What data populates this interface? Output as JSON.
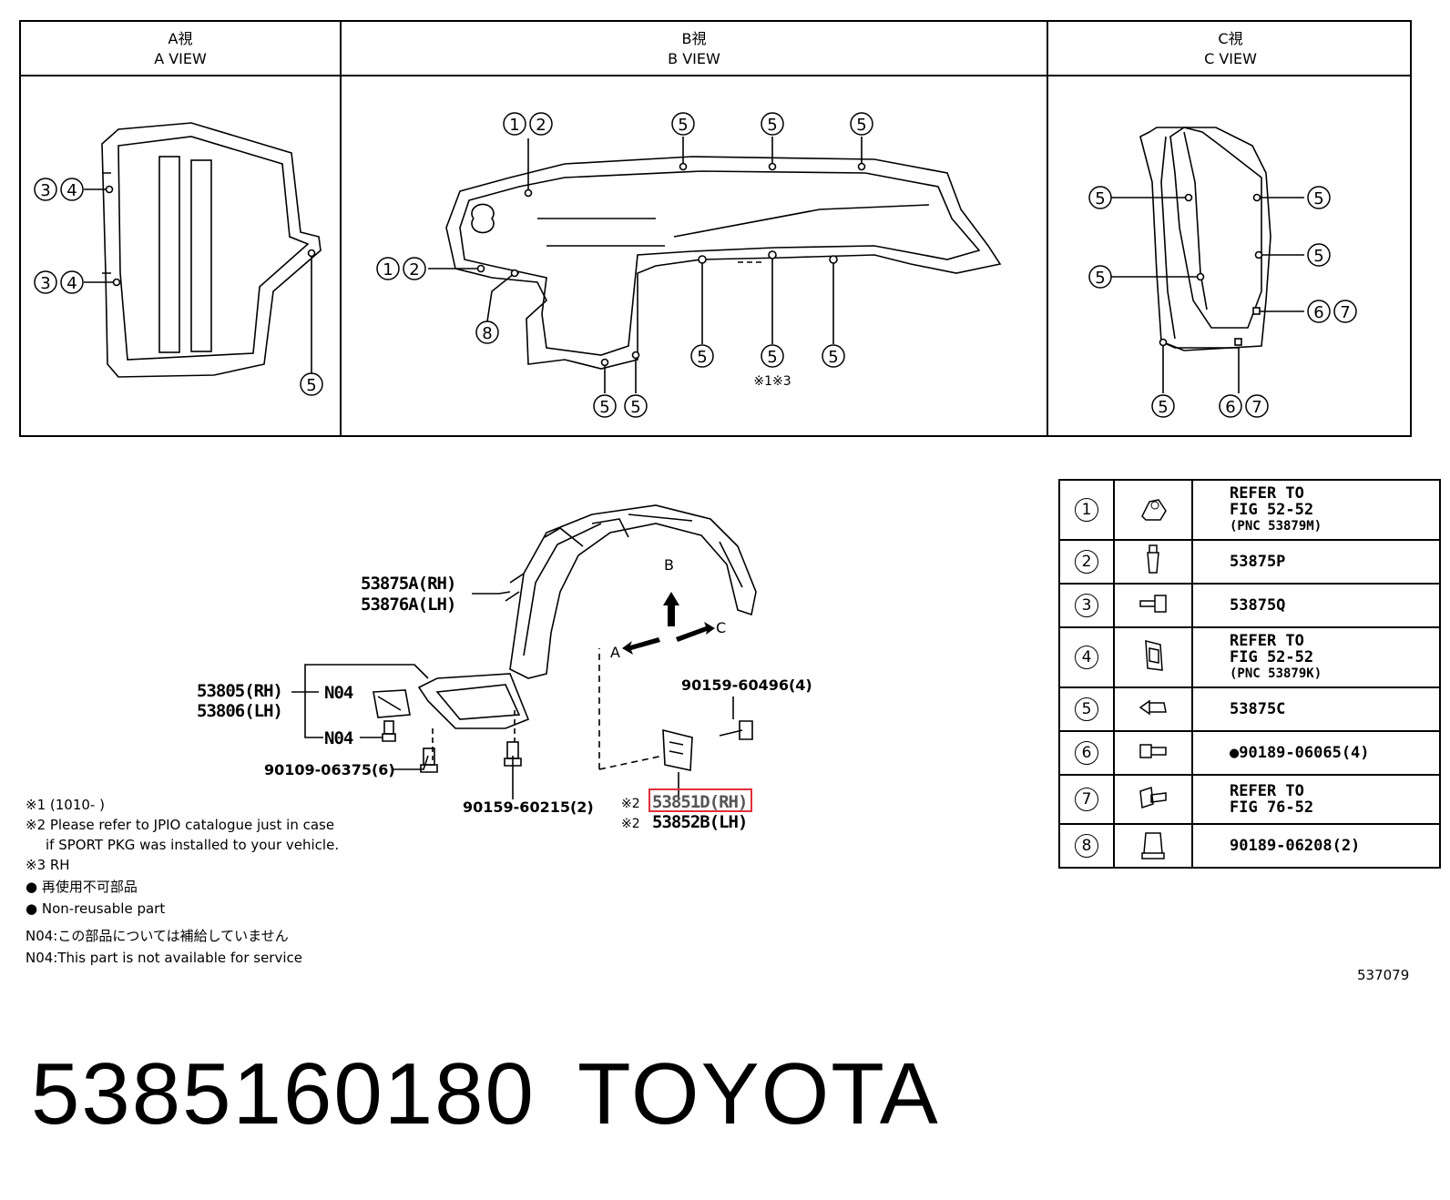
{
  "views": [
    {
      "jp": "A視",
      "en": "A VIEW"
    },
    {
      "jp": "B視",
      "en": "B VIEW"
    },
    {
      "jp": "C視",
      "en": "C VIEW"
    }
  ],
  "markers": {
    "m1": "1",
    "m2": "2",
    "m3": "3",
    "m4": "4",
    "m5": "5",
    "m6": "6",
    "m7": "7",
    "m8": "8"
  },
  "b_view_note": "※1※3",
  "part_labels": {
    "liner_rh": "53875A(RH)",
    "liner_lh": "53876A(LH)",
    "cover_rh": "53805(RH)",
    "cover_lh": "53806(LH)",
    "n04_top": "N04",
    "n04_bottom": "N04",
    "bolt_60496": "90159-60496(4)",
    "screw_06375": "90109-06375(6)",
    "screw_60215": "90159-60215(2)",
    "mudguard_rh": "53851D(RH)",
    "mudguard_lh": "53852B(LH)",
    "note_mark": "※2",
    "arrow_a": "A",
    "arrow_b": "B",
    "arrow_c": "C"
  },
  "notes": [
    "※1 (1010-      )",
    "※2 Please refer to JPIO catalogue just in case",
    "if SPORT PKG was installed to your vehicle.",
    "※3 RH",
    "再使用不可部品",
    "Non-reusable part",
    "N04:この部品については補給していません",
    "N04:This part is not available for service"
  ],
  "legend": [
    {
      "n": "①",
      "lines": [
        "REFER TO",
        "FIG 52-52",
        "(PNC 53879M)"
      ]
    },
    {
      "n": "②",
      "lines": [
        "53875P"
      ]
    },
    {
      "n": "③",
      "lines": [
        "53875Q"
      ]
    },
    {
      "n": "④",
      "lines": [
        "REFER TO",
        "FIG 52-52",
        "(PNC 53879K)"
      ]
    },
    {
      "n": "⑤",
      "lines": [
        "53875C"
      ]
    },
    {
      "n": "⑥",
      "lines": [
        "●90189-06065(4)"
      ]
    },
    {
      "n": "⑦",
      "lines": [
        "REFER TO",
        "FIG 76-52"
      ]
    },
    {
      "n": "⑧",
      "lines": [
        "90189-06208(2)"
      ]
    }
  ],
  "figure_id": "537079",
  "part_number": "5385160180",
  "brand": "TOYOTA",
  "highlight_color": "#e0303a"
}
